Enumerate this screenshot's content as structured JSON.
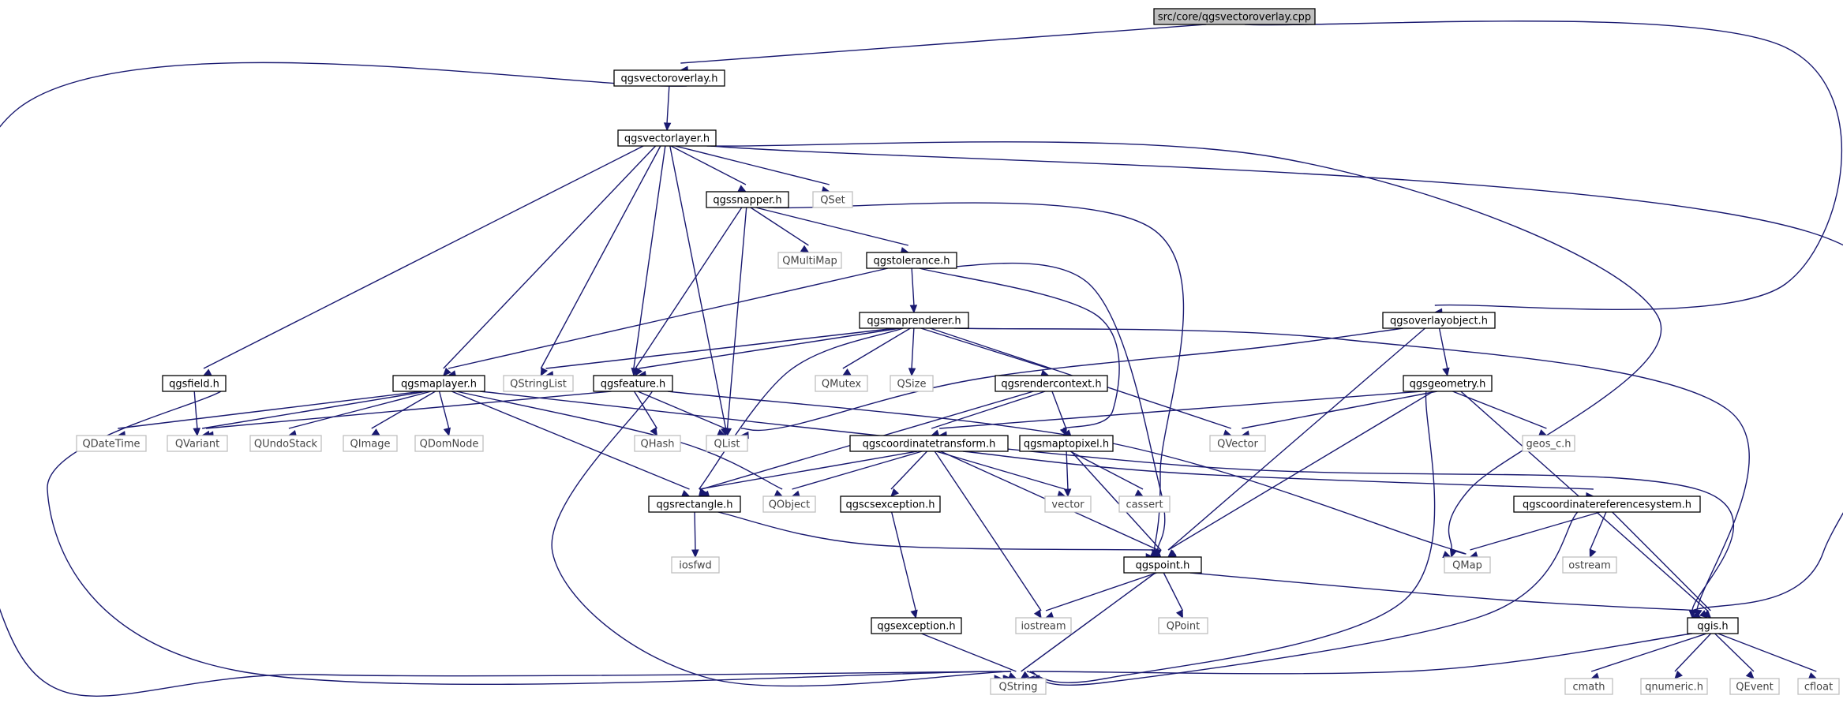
{
  "colors": {
    "edge": "#191970",
    "project_border": "#000000",
    "external_border": "#bfbfbf",
    "root_fill": "#bfbfbf",
    "background": "#ffffff"
  },
  "nodes": [
    {
      "id": "root",
      "label": "src/core/qgsvectoroverlay.cpp",
      "kind": "root"
    },
    {
      "id": "qgsvectoroverlay",
      "label": "qgsvectoroverlay.h",
      "kind": "project"
    },
    {
      "id": "qgsvectorlayer",
      "label": "qgsvectorlayer.h",
      "kind": "project"
    },
    {
      "id": "qgssnapper",
      "label": "qgssnapper.h",
      "kind": "project"
    },
    {
      "id": "QSet",
      "label": "QSet",
      "kind": "external"
    },
    {
      "id": "QMultiMap",
      "label": "QMultiMap",
      "kind": "external"
    },
    {
      "id": "qgstolerance",
      "label": "qgstolerance.h",
      "kind": "project"
    },
    {
      "id": "qgsmaprenderer",
      "label": "qgsmaprenderer.h",
      "kind": "project"
    },
    {
      "id": "qgsoverlayobject",
      "label": "qgsoverlayobject.h",
      "kind": "project"
    },
    {
      "id": "qgsfield",
      "label": "qgsfield.h",
      "kind": "project"
    },
    {
      "id": "qgsmaplayer",
      "label": "qgsmaplayer.h",
      "kind": "project"
    },
    {
      "id": "QStringList",
      "label": "QStringList",
      "kind": "external"
    },
    {
      "id": "qgsfeature",
      "label": "qgsfeature.h",
      "kind": "project"
    },
    {
      "id": "QMutex",
      "label": "QMutex",
      "kind": "external"
    },
    {
      "id": "QSize",
      "label": "QSize",
      "kind": "external"
    },
    {
      "id": "qgsrendercontext",
      "label": "qgsrendercontext.h",
      "kind": "project"
    },
    {
      "id": "qgsgeometry",
      "label": "qgsgeometry.h",
      "kind": "project"
    },
    {
      "id": "QDateTime",
      "label": "QDateTime",
      "kind": "external"
    },
    {
      "id": "QVariant",
      "label": "QVariant",
      "kind": "external"
    },
    {
      "id": "QUndoStack",
      "label": "QUndoStack",
      "kind": "external"
    },
    {
      "id": "QImage",
      "label": "QImage",
      "kind": "external"
    },
    {
      "id": "QDomNode",
      "label": "QDomNode",
      "kind": "external"
    },
    {
      "id": "QHash",
      "label": "QHash",
      "kind": "external"
    },
    {
      "id": "QList",
      "label": "QList",
      "kind": "external"
    },
    {
      "id": "qgscoordinatetransform",
      "label": "qgscoordinatetransform.h",
      "kind": "project"
    },
    {
      "id": "qgsmaptopixel",
      "label": "qgsmaptopixel.h",
      "kind": "project"
    },
    {
      "id": "QVector",
      "label": "QVector",
      "kind": "external"
    },
    {
      "id": "geos_c",
      "label": "geos_c.h",
      "kind": "external"
    },
    {
      "id": "qgsrectangle",
      "label": "qgsrectangle.h",
      "kind": "project"
    },
    {
      "id": "QObject",
      "label": "QObject",
      "kind": "external"
    },
    {
      "id": "qgscsexception",
      "label": "qgscsexception.h",
      "kind": "project"
    },
    {
      "id": "vector",
      "label": "vector",
      "kind": "external"
    },
    {
      "id": "cassert",
      "label": "cassert",
      "kind": "external"
    },
    {
      "id": "qgscoordinatereferencesystem",
      "label": "qgscoordinatereferencesystem.h",
      "kind": "project"
    },
    {
      "id": "iosfwd",
      "label": "iosfwd",
      "kind": "external"
    },
    {
      "id": "qgspoint",
      "label": "qgspoint.h",
      "kind": "project"
    },
    {
      "id": "QMap",
      "label": "QMap",
      "kind": "external"
    },
    {
      "id": "ostream",
      "label": "ostream",
      "kind": "external"
    },
    {
      "id": "qgsexception",
      "label": "qgsexception.h",
      "kind": "project"
    },
    {
      "id": "iostream",
      "label": "iostream",
      "kind": "external"
    },
    {
      "id": "QPoint",
      "label": "QPoint",
      "kind": "external"
    },
    {
      "id": "qgis",
      "label": "qgis.h",
      "kind": "project"
    },
    {
      "id": "QString",
      "label": "QString",
      "kind": "external"
    },
    {
      "id": "cmath",
      "label": "cmath",
      "kind": "external"
    },
    {
      "id": "qnumeric",
      "label": "qnumeric.h",
      "kind": "external"
    },
    {
      "id": "QEvent",
      "label": "QEvent",
      "kind": "external"
    },
    {
      "id": "cfloat",
      "label": "cfloat",
      "kind": "external"
    }
  ],
  "edges": [
    [
      "root",
      "qgsvectoroverlay"
    ],
    [
      "root",
      "qgsoverlayobject"
    ],
    [
      "qgsvectoroverlay",
      "qgsvectorlayer"
    ],
    [
      "qgsvectoroverlay",
      "QString"
    ],
    [
      "qgsvectorlayer",
      "qgssnapper"
    ],
    [
      "qgsvectorlayer",
      "QSet"
    ],
    [
      "qgsvectorlayer",
      "qgsfield"
    ],
    [
      "qgsvectorlayer",
      "qgsmaplayer"
    ],
    [
      "qgsvectorlayer",
      "QStringList"
    ],
    [
      "qgsvectorlayer",
      "qgsfeature"
    ],
    [
      "qgsvectorlayer",
      "QList"
    ],
    [
      "qgsvectorlayer",
      "QMap"
    ],
    [
      "qgsvectorlayer",
      "qgis"
    ],
    [
      "qgssnapper",
      "QMultiMap"
    ],
    [
      "qgssnapper",
      "qgstolerance"
    ],
    [
      "qgssnapper",
      "qgsfeature"
    ],
    [
      "qgssnapper",
      "QList"
    ],
    [
      "qgssnapper",
      "qgspoint"
    ],
    [
      "qgstolerance",
      "qgsmaprenderer"
    ],
    [
      "qgstolerance",
      "qgsmaplayer"
    ],
    [
      "qgstolerance",
      "qgsmaptopixel"
    ],
    [
      "qgstolerance",
      "qgspoint"
    ],
    [
      "qgsmaprenderer",
      "QStringList"
    ],
    [
      "qgsmaprenderer",
      "qgsfeature"
    ],
    [
      "qgsmaprenderer",
      "QMutex"
    ],
    [
      "qgsmaprenderer",
      "QSize"
    ],
    [
      "qgsmaprenderer",
      "qgsrendercontext"
    ],
    [
      "qgsmaprenderer",
      "QVector"
    ],
    [
      "qgsmaprenderer",
      "qgsrectangle"
    ],
    [
      "qgsmaprenderer",
      "qgis"
    ],
    [
      "qgsoverlayobject",
      "QList"
    ],
    [
      "qgsoverlayobject",
      "qgsgeometry"
    ],
    [
      "qgsoverlayobject",
      "qgspoint"
    ],
    [
      "qgsfield",
      "QVariant"
    ],
    [
      "qgsfield",
      "QString"
    ],
    [
      "qgsmaplayer",
      "QDateTime"
    ],
    [
      "qgsmaplayer",
      "QVariant"
    ],
    [
      "qgsmaplayer",
      "QUndoStack"
    ],
    [
      "qgsmaplayer",
      "QImage"
    ],
    [
      "qgsmaplayer",
      "QDomNode"
    ],
    [
      "qgsmaplayer",
      "qgsrectangle"
    ],
    [
      "qgsmaplayer",
      "QObject"
    ],
    [
      "qgsmaplayer",
      "qgis"
    ],
    [
      "qgsfeature",
      "QVariant"
    ],
    [
      "qgsfeature",
      "QHash"
    ],
    [
      "qgsfeature",
      "QList"
    ],
    [
      "qgsfeature",
      "QMap"
    ],
    [
      "qgsfeature",
      "QString"
    ],
    [
      "qgsrendercontext",
      "qgscoordinatetransform"
    ],
    [
      "qgsrendercontext",
      "qgsmaptopixel"
    ],
    [
      "qgsrendercontext",
      "qgsrectangle"
    ],
    [
      "qgsgeometry",
      "QVector"
    ],
    [
      "qgsgeometry",
      "geos_c"
    ],
    [
      "qgsgeometry",
      "qgscoordinatetransform"
    ],
    [
      "qgsgeometry",
      "qgspoint"
    ],
    [
      "qgsgeometry",
      "qgis"
    ],
    [
      "qgsgeometry",
      "QString"
    ],
    [
      "qgscoordinatetransform",
      "qgsrectangle"
    ],
    [
      "qgscoordinatetransform",
      "QObject"
    ],
    [
      "qgscoordinatetransform",
      "qgscsexception"
    ],
    [
      "qgscoordinatetransform",
      "vector"
    ],
    [
      "qgscoordinatetransform",
      "qgscoordinatereferencesystem"
    ],
    [
      "qgscoordinatetransform",
      "qgspoint"
    ],
    [
      "qgscoordinatetransform",
      "iostream"
    ],
    [
      "qgsmaptopixel",
      "vector"
    ],
    [
      "qgsmaptopixel",
      "cassert"
    ],
    [
      "qgsmaptopixel",
      "qgspoint"
    ],
    [
      "qgsrectangle",
      "iosfwd"
    ],
    [
      "qgsrectangle",
      "qgspoint"
    ],
    [
      "qgscsexception",
      "qgsexception"
    ],
    [
      "qgscoordinatereferencesystem",
      "QMap"
    ],
    [
      "qgscoordinatereferencesystem",
      "ostream"
    ],
    [
      "qgscoordinatereferencesystem",
      "qgis"
    ],
    [
      "qgscoordinatereferencesystem",
      "QString"
    ],
    [
      "qgspoint",
      "iostream"
    ],
    [
      "qgspoint",
      "QPoint"
    ],
    [
      "qgspoint",
      "qgis"
    ],
    [
      "qgspoint",
      "QString"
    ],
    [
      "qgsexception",
      "QString"
    ],
    [
      "qgis",
      "QString"
    ],
    [
      "qgis",
      "cmath"
    ],
    [
      "qgis",
      "qnumeric"
    ],
    [
      "qgis",
      "QEvent"
    ],
    [
      "qgis",
      "cfloat"
    ]
  ]
}
